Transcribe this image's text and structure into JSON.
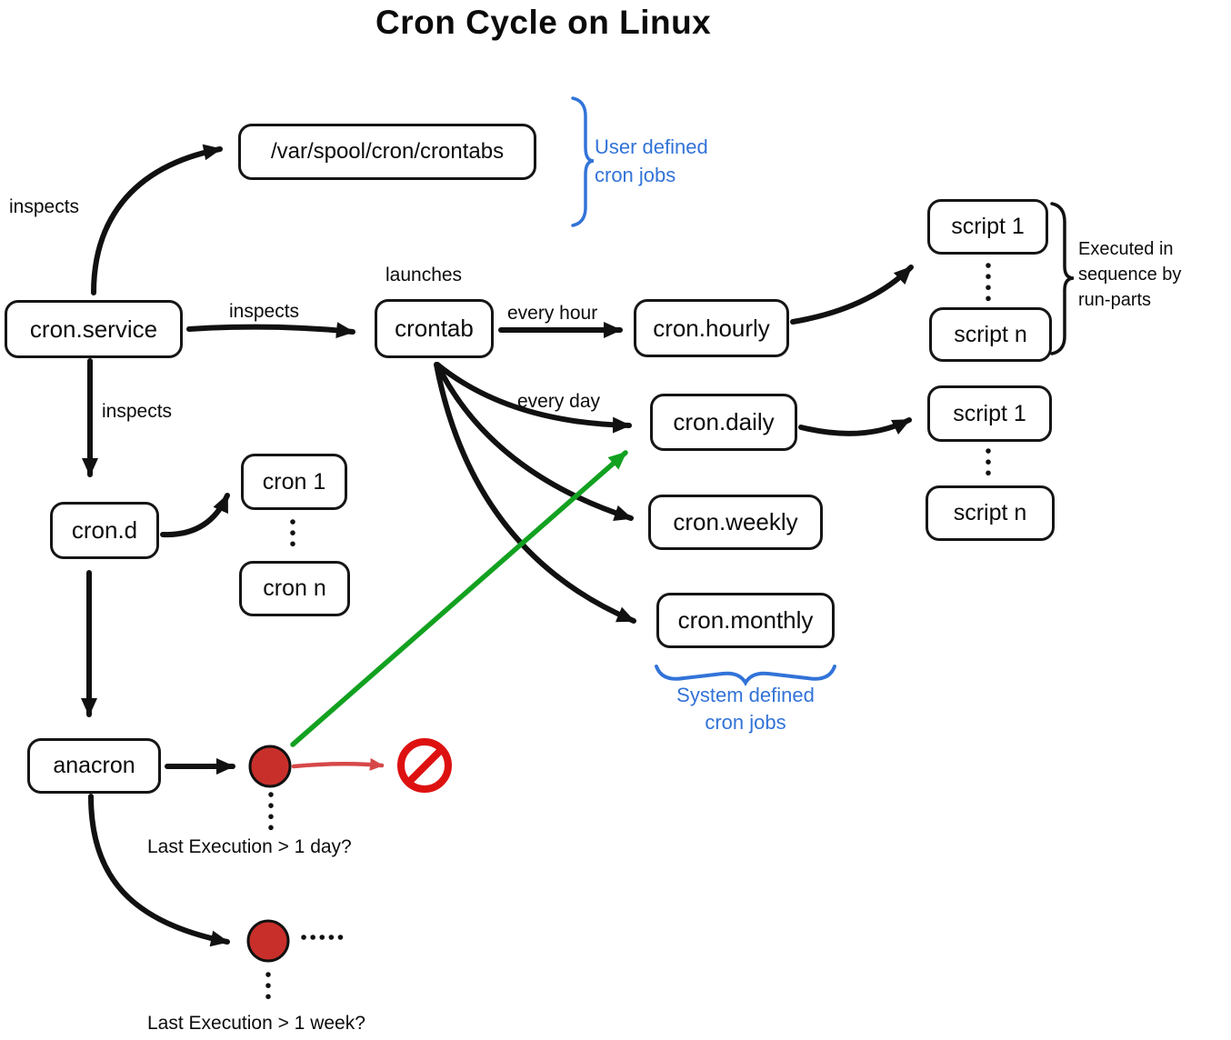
{
  "title": "Cron Cycle on Linux",
  "colors": {
    "blue": "#3273d8",
    "green": "#12a120",
    "red_circle_fill": "#c92f2a",
    "red_prohibition": "#de1111",
    "red_arrow": "#d64848",
    "stroke_black": "#111111"
  },
  "nodes": {
    "crontabs_path": "/var/spool/cron/crontabs",
    "cron_service": "cron.service",
    "crontab": "crontab",
    "cron_hourly": "cron.hourly",
    "cron_daily": "cron.daily",
    "cron_weekly": "cron.weekly",
    "cron_monthly": "cron.monthly",
    "hourly_script_1": "script 1",
    "hourly_script_n": "script n",
    "daily_script_1": "script 1",
    "daily_script_n": "script n",
    "cron_d": "cron.d",
    "cron_1": "cron 1",
    "cron_n": "cron n",
    "anacron": "anacron"
  },
  "edge_labels": {
    "inspects_crontabs": "inspects",
    "inspects_crontab": "inspects",
    "inspects_crond": "inspects",
    "launches": "launches",
    "every_hour": "every hour",
    "every_day": "every day"
  },
  "annotations": {
    "user_defined": "User defined\ncron jobs",
    "system_defined": "System defined\ncron jobs",
    "run_parts": "Executed in\nsequence by\nrun-parts",
    "last_exec_day": "Last Execution > 1 day?",
    "last_exec_week": "Last Execution > 1 week?"
  }
}
